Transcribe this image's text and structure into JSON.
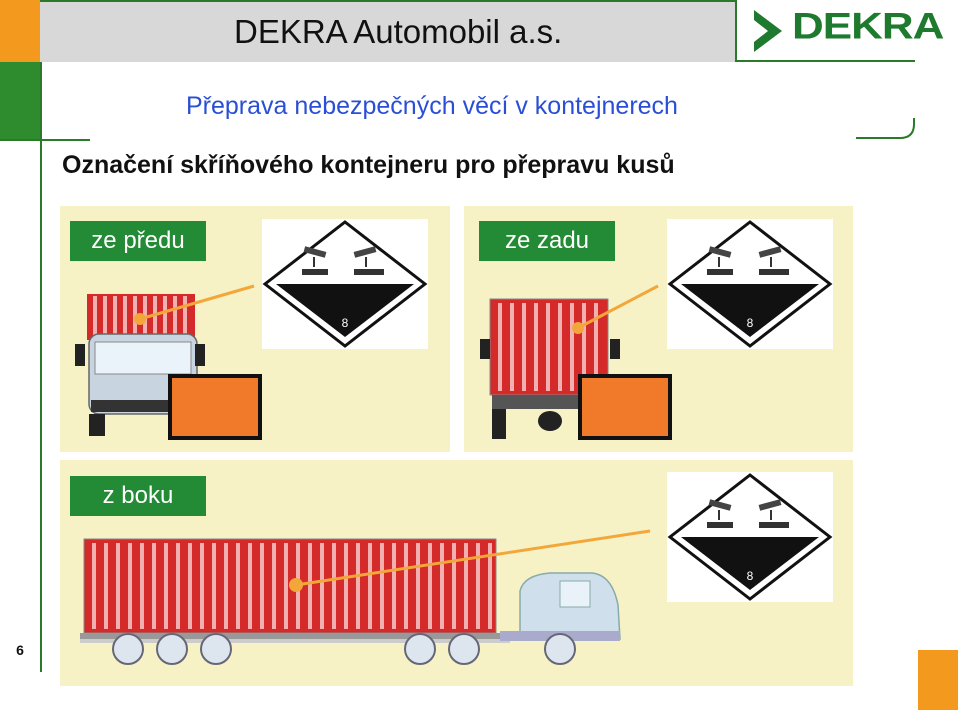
{
  "header": {
    "title": "DEKRA Automobil a.s.",
    "logo_text": "DEKRA"
  },
  "subtitle": "Přeprava nebezpečných věcí v kontejnerech",
  "heading": "Označení skříňového kontejneru pro přepravu kusů",
  "panels": [
    {
      "label": "ze předu"
    },
    {
      "label": "ze zadu"
    },
    {
      "label": "z boku"
    }
  ],
  "placard": {
    "class_number": "8"
  },
  "page_number": "6",
  "colors": {
    "brand_green": "#238a35",
    "accent_orange": "#f39a1e",
    "subtitle_blue": "#2a4fd6",
    "panel_bg": "#f6f2c6",
    "container_red": "#d42a2a"
  }
}
